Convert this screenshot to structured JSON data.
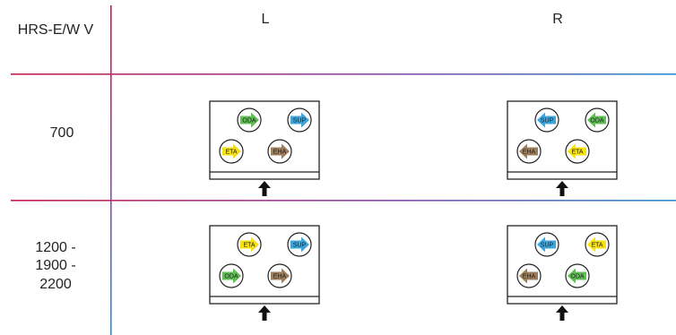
{
  "table": {
    "corner_label": "HRS-E/W V",
    "col_headers": [
      "L",
      "R"
    ],
    "rows": [
      {
        "label_lines": [
          "700"
        ]
      },
      {
        "label_lines": [
          "1200 -",
          "1900 -",
          "2200"
        ]
      }
    ]
  },
  "colors": {
    "ODA": "#5fbf55",
    "SUP": "#3aa6dd",
    "ETA": "#f7e210",
    "EHA": "#9e7d5a",
    "line_red": "#c8204e",
    "line_blue": "#2f8fd0"
  },
  "units": [
    {
      "row": 0,
      "col": 0,
      "ports": [
        {
          "text": "ODA",
          "dir": "right"
        },
        {
          "text": "SUP",
          "dir": "right"
        },
        {
          "text": "ETA",
          "dir": "right"
        },
        {
          "text": "EHA",
          "dir": "right"
        }
      ]
    },
    {
      "row": 0,
      "col": 1,
      "ports": [
        {
          "text": "SUP",
          "dir": "left"
        },
        {
          "text": "ODA",
          "dir": "left"
        },
        {
          "text": "EHA",
          "dir": "left"
        },
        {
          "text": "ETA",
          "dir": "left"
        }
      ]
    },
    {
      "row": 1,
      "col": 0,
      "ports": [
        {
          "text": "ETA",
          "dir": "right"
        },
        {
          "text": "SUP",
          "dir": "right"
        },
        {
          "text": "ODA",
          "dir": "right"
        },
        {
          "text": "EHA",
          "dir": "right"
        }
      ]
    },
    {
      "row": 1,
      "col": 1,
      "ports": [
        {
          "text": "SUP",
          "dir": "left"
        },
        {
          "text": "ETA",
          "dir": "left"
        },
        {
          "text": "EHA",
          "dir": "left"
        },
        {
          "text": "ODA",
          "dir": "left"
        }
      ]
    }
  ]
}
